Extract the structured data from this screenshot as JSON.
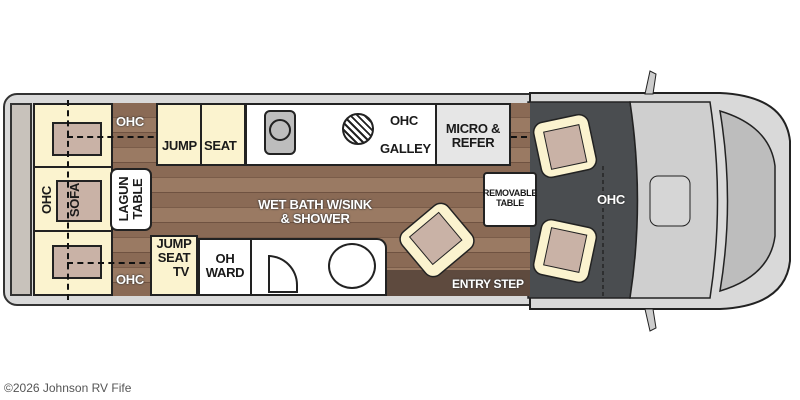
{
  "floorplan": {
    "labels": {
      "ohc_rear_top": "OHC",
      "ohc_rear_bottom": "OHC",
      "ohc_sofa": "OHC",
      "sofa": "SOFA",
      "lagun_table_line1": "LAGUN",
      "lagun_table_line2": "TABLE",
      "jump": "JUMP",
      "seat": "SEAT",
      "ohc_galley": "OHC",
      "galley": "GALLEY",
      "micro_refer_line1": "MICRO &",
      "micro_refer_line2": "REFER",
      "wet_bath_line1": "WET BATH W/SINK",
      "wet_bath_line2": "& SHOWER",
      "jump_seat_tv_line1": "JUMP",
      "jump_seat_tv_line2": "SEAT",
      "jump_seat_tv_line3": "TV",
      "oh_ward_line1": "OH",
      "oh_ward_line2": "WARD",
      "removable_table_line1": "REMOVABLE",
      "removable_table_line2": "TABLE",
      "ohc_cab": "OHC",
      "entry_step": "ENTRY STEP"
    },
    "colors": {
      "floor_wood": "#8a6a55",
      "cushion": "#fbf3cf",
      "upholstery": "#c9b2a6",
      "cab_floor": "#4a4d50",
      "body_grey": "#d9d9d9"
    }
  },
  "credit": "©2026 Johnson RV Fife"
}
